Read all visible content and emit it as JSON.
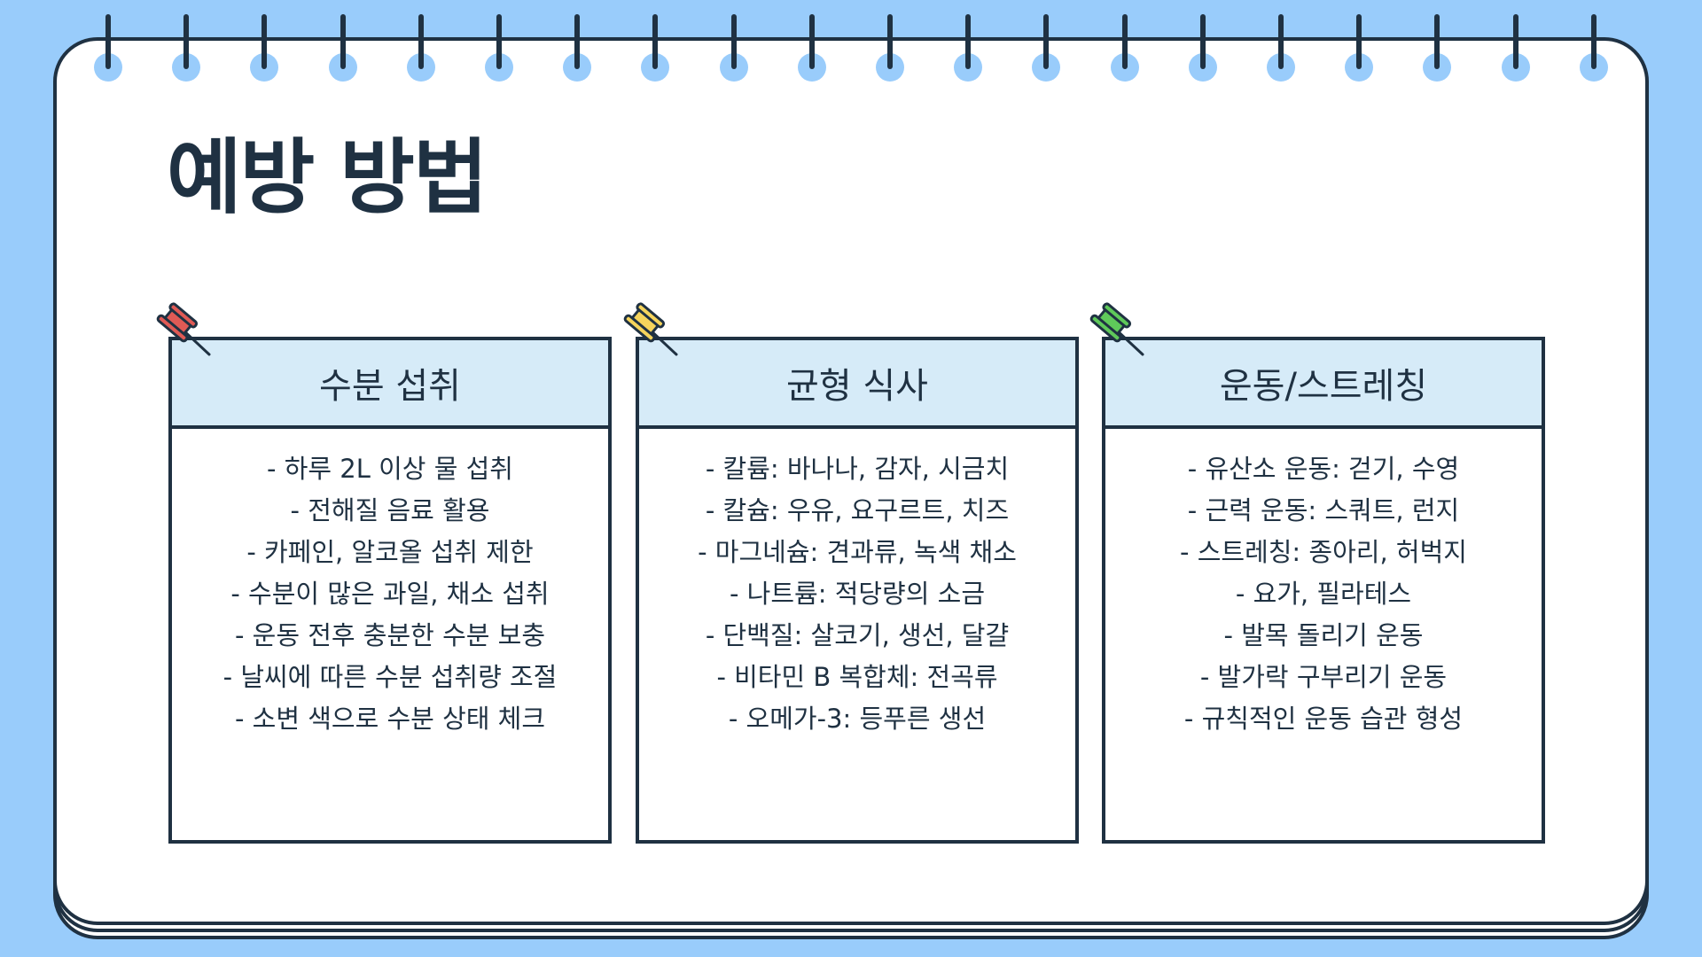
{
  "page": {
    "title": "예방 방법"
  },
  "colors": {
    "background": "#99ccfb",
    "ink": "#1f3142",
    "card_header": "#d6ebf8",
    "pin_red": "#e05a55",
    "pin_yellow": "#f5d45c",
    "pin_green": "#5fc95a"
  },
  "cards": [
    {
      "title": "수분 섭취",
      "pin": "red-pushpin-icon",
      "items": [
        "- 하루 2L 이상 물 섭취",
        "- 전해질 음료 활용",
        "- 카페인, 알코올 섭취 제한",
        "- 수분이 많은 과일, 채소 섭취",
        "- 운동 전후 충분한 수분 보충",
        "- 날씨에 따른 수분 섭취량 조절",
        "- 소변 색으로 수분 상태 체크"
      ]
    },
    {
      "title": "균형 식사",
      "pin": "yellow-pushpin-icon",
      "items": [
        "- 칼륨: 바나나, 감자, 시금치",
        "- 칼슘: 우유, 요구르트, 치즈",
        "- 마그네슘: 견과류, 녹색 채소",
        "- 나트륨: 적당량의 소금",
        "- 단백질: 살코기, 생선, 달걀",
        "- 비타민 B 복합체: 전곡류",
        "- 오메가-3: 등푸른 생선"
      ]
    },
    {
      "title": "운동/스트레칭",
      "pin": "green-pushpin-icon",
      "items": [
        "- 유산소 운동: 걷기, 수영",
        "- 근력 운동: 스쿼트, 런지",
        "- 스트레칭: 종아리, 허벅지",
        "- 요가, 필라테스",
        "- 발목 돌리기 운동",
        "- 발가락 구부리기 운동",
        "- 규칙적인 운동 습관 형성"
      ]
    }
  ]
}
